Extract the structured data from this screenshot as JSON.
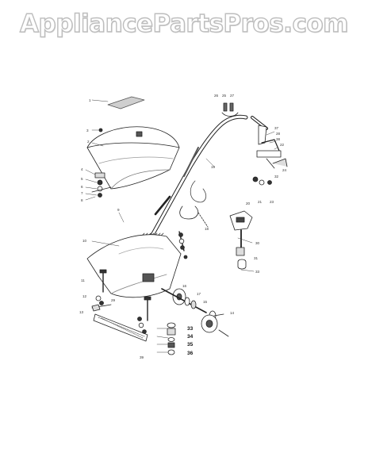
{
  "watermark": {
    "text": "AppliancePartsPros.com"
  },
  "diagram": {
    "stroke_color": "#222222",
    "shade_color": "#9a9a9a",
    "callouts": [
      {
        "id": "c1",
        "label": "1"
      },
      {
        "id": "c2",
        "label": "2"
      },
      {
        "id": "c3",
        "label": "3"
      },
      {
        "id": "c4",
        "label": "4"
      },
      {
        "id": "c5",
        "label": "5"
      },
      {
        "id": "c6",
        "label": "6"
      },
      {
        "id": "c7",
        "label": "7"
      },
      {
        "id": "c8",
        "label": "8"
      },
      {
        "id": "c9",
        "label": "9"
      },
      {
        "id": "c10",
        "label": "10"
      },
      {
        "id": "c11",
        "label": "11"
      },
      {
        "id": "c12",
        "label": "12"
      },
      {
        "id": "c13",
        "label": "13"
      },
      {
        "id": "c14",
        "label": "14"
      },
      {
        "id": "c15",
        "label": "15"
      },
      {
        "id": "c16",
        "label": "16"
      },
      {
        "id": "c17",
        "label": "17"
      },
      {
        "id": "c18",
        "label": "18"
      },
      {
        "id": "c19",
        "label": "19"
      },
      {
        "id": "c20",
        "label": "20"
      },
      {
        "id": "c21",
        "label": "21"
      },
      {
        "id": "c22",
        "label": "22"
      },
      {
        "id": "c23",
        "label": "23"
      },
      {
        "id": "c24",
        "label": "24"
      },
      {
        "id": "c25",
        "label": "25"
      },
      {
        "id": "c26",
        "label": "26"
      },
      {
        "id": "c27",
        "label": "27"
      },
      {
        "id": "c28",
        "label": "28"
      },
      {
        "id": "c29",
        "label": "29"
      },
      {
        "id": "c30",
        "label": "30"
      },
      {
        "id": "c31",
        "label": "31"
      },
      {
        "id": "c32",
        "label": "32"
      },
      {
        "id": "c33",
        "label": "33"
      },
      {
        "id": "c34",
        "label": "34"
      },
      {
        "id": "c35",
        "label": "35"
      },
      {
        "id": "c36",
        "label": "36"
      },
      {
        "id": "c37",
        "label": "37"
      },
      {
        "id": "c38",
        "label": "38"
      },
      {
        "id": "c39",
        "label": "39"
      }
    ]
  }
}
